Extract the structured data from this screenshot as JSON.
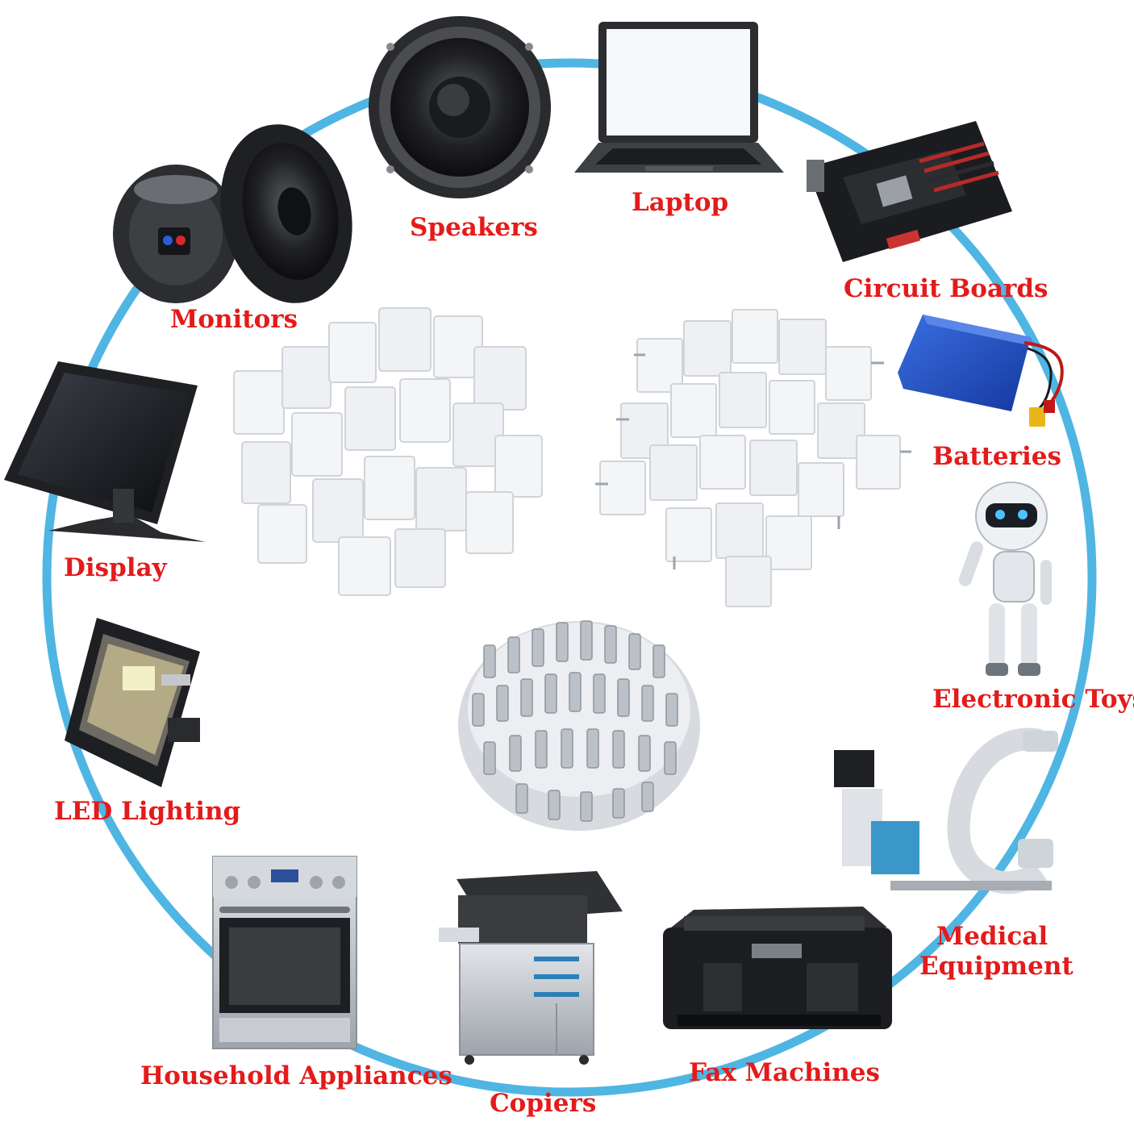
{
  "colors": {
    "ring": "#4fb5e3",
    "label": "#e41b1b",
    "connector": "#f4f5f7",
    "terminal": "#c8ccd2",
    "device_dark": "#1e1f22",
    "device_mid": "#4a4d52",
    "battery": "#1d4fbf",
    "robot": "#dfe3e8",
    "appliance": "#b9bec5"
  },
  "labels": {
    "speakers": "Speakers",
    "laptop": "Laptop",
    "monitors": "Monitors",
    "circuit_boards": "Circuit Boards",
    "batteries": "Batteries",
    "display": "Display",
    "electronic_toys": "Electronic Toys",
    "led_lighting": "LED Lighting",
    "medical_line1": "Medical",
    "medical_line2": "Equipment",
    "household_appliances": "Household Appliances",
    "fax_machines": "Fax Machines",
    "copiers": "Copiers"
  }
}
